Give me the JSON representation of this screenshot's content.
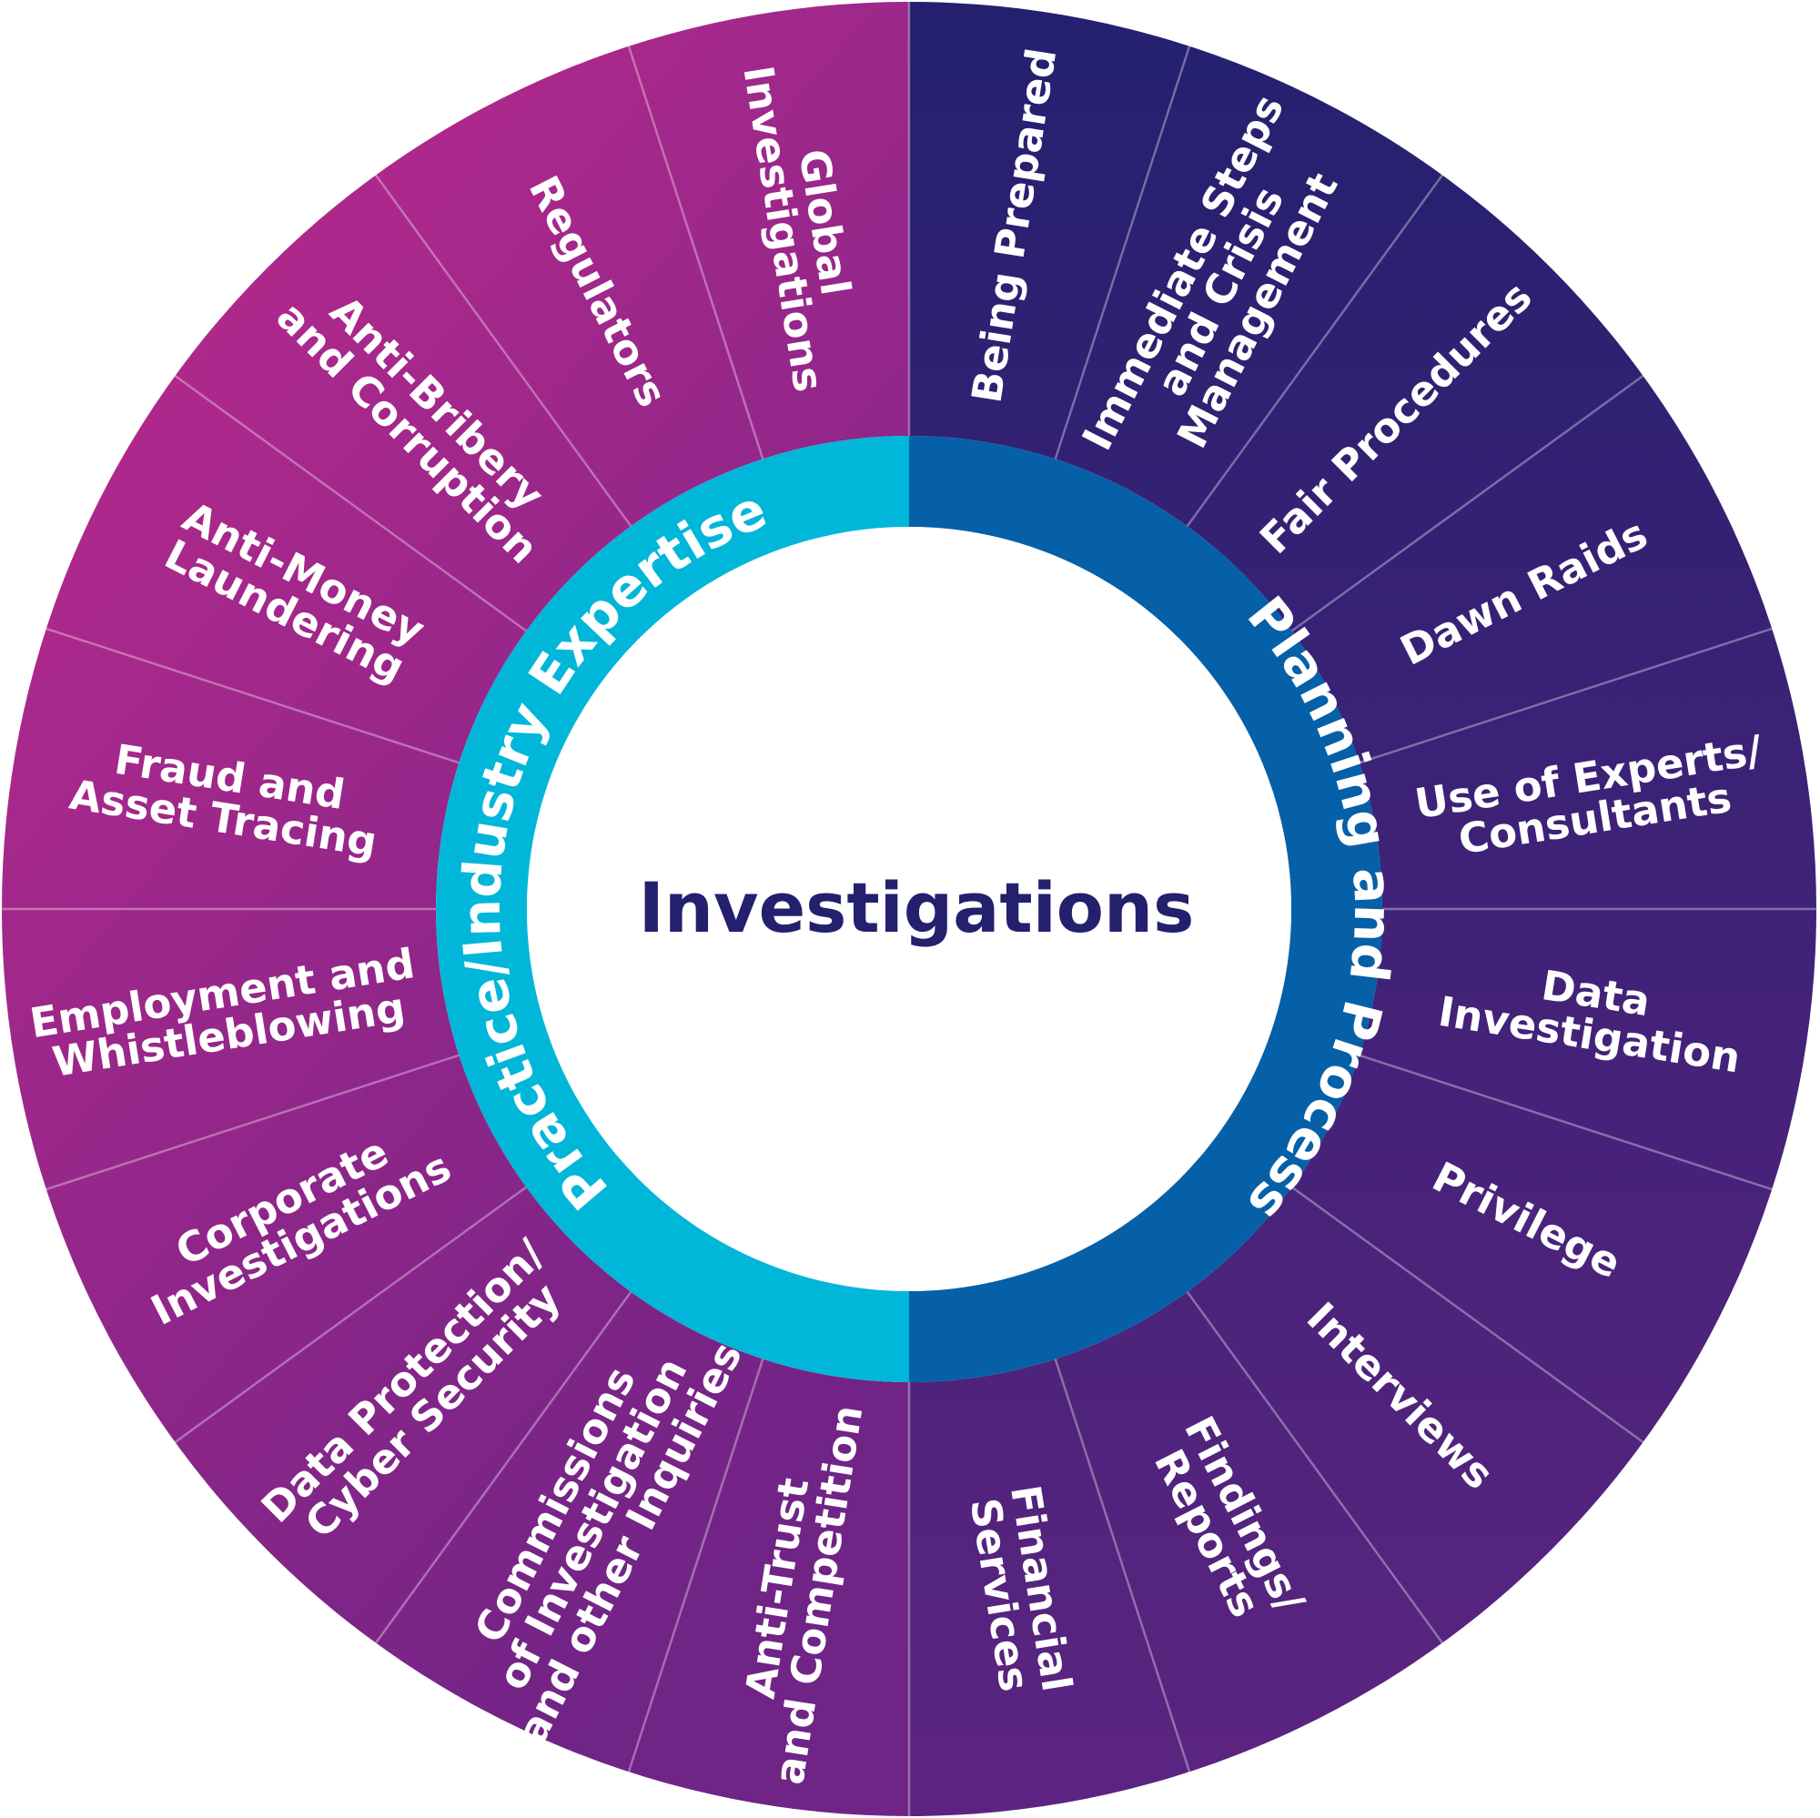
{
  "title": "Investigations",
  "colors": {
    "planning_outer": "#2a2272",
    "planning_inner": "#0560a8",
    "practice_outer": "#b72a8e",
    "practice_outer_bottom": "#7a2a88",
    "practice_inner": "#00b7d9",
    "divider": "rgba(255,255,255,0.35)",
    "center_fill": "#ffffff",
    "title_color": "#23206e"
  },
  "rings": {
    "planning": "Planning and Process",
    "practice": "Practice/Industry Expertise"
  },
  "segments": [
    {
      "lines": [
        "Being Prepared"
      ],
      "group": "planning"
    },
    {
      "lines": [
        "Immediate Steps",
        "and Crisis",
        "Management"
      ],
      "group": "planning"
    },
    {
      "lines": [
        "Fair Procedures"
      ],
      "group": "planning"
    },
    {
      "lines": [
        "Dawn Raids"
      ],
      "group": "planning"
    },
    {
      "lines": [
        "Use of Experts/",
        "Consultants"
      ],
      "group": "planning"
    },
    {
      "lines": [
        "Data",
        "Investigation"
      ],
      "group": "planning"
    },
    {
      "lines": [
        "Privilege"
      ],
      "group": "planning"
    },
    {
      "lines": [
        "Interviews"
      ],
      "group": "planning"
    },
    {
      "lines": [
        "Findings/",
        "Reports"
      ],
      "group": "planning"
    },
    {
      "lines": [
        "Financial",
        "Services"
      ],
      "group": "practice"
    },
    {
      "lines": [
        "Anti-Trust",
        "and Competition"
      ],
      "group": "practice"
    },
    {
      "lines": [
        "Commissions",
        "of Investigation",
        "and other Inquiries"
      ],
      "group": "practice"
    },
    {
      "lines": [
        "Data Protection/",
        "Cyber Security"
      ],
      "group": "practice"
    },
    {
      "lines": [
        "Corporate",
        "Investigations"
      ],
      "group": "practice"
    },
    {
      "lines": [
        "Employment and",
        "Whistleblowing"
      ],
      "group": "practice"
    },
    {
      "lines": [
        "Fraud and",
        "Asset Tracing"
      ],
      "group": "practice"
    },
    {
      "lines": [
        "Anti-Money",
        "Laundering"
      ],
      "group": "practice"
    },
    {
      "lines": [
        "Anti-Bribery",
        "and Corruption"
      ],
      "group": "practice"
    },
    {
      "lines": [
        "Regulators"
      ],
      "group": "practice"
    },
    {
      "lines": [
        "Global",
        "Investigations"
      ],
      "group": "practice"
    }
  ]
}
